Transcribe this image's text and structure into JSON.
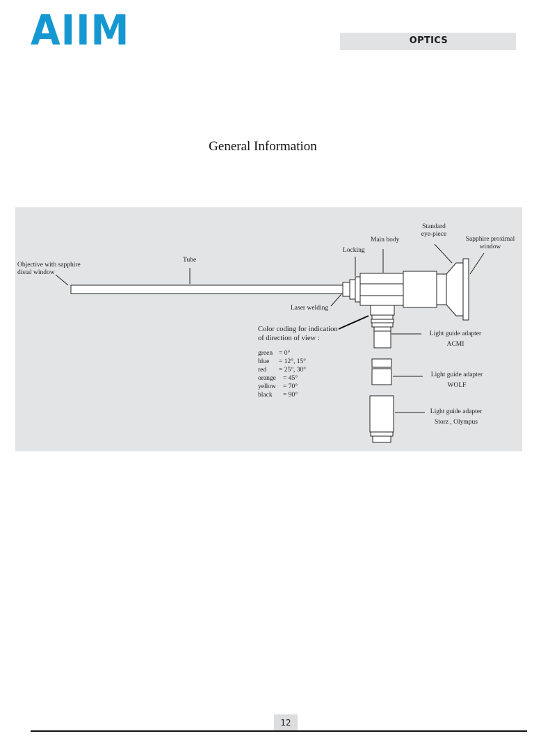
{
  "header": {
    "logo_text": "AIIM",
    "section": "OPTICS",
    "brand_color": "#1598d1"
  },
  "page": {
    "title": "General Information",
    "number": "12"
  },
  "figure": {
    "labels": {
      "objective": [
        "Objective with sapphire",
        "distal window"
      ],
      "tube": "Tube",
      "locking": "Locking",
      "main_body": "Main body",
      "eyepiece": [
        "Standard",
        "eye-piece"
      ],
      "proximal": [
        "Sapphire proximal",
        "window"
      ],
      "laser": "Laser welding"
    },
    "color_coding": {
      "heading": [
        "Color coding for indication",
        "of direction of view :"
      ],
      "items": [
        {
          "name": "green",
          "value": "= 0°"
        },
        {
          "name": "blue",
          "value": "= 12°,  15°"
        },
        {
          "name": "red",
          "value": "= 25°,  30°"
        },
        {
          "name": "orange",
          "value": "= 45°"
        },
        {
          "name": "yellow",
          "value": "= 70°"
        },
        {
          "name": "black",
          "value": "= 90°"
        }
      ]
    },
    "adapters": [
      {
        "title": "Light guide adapter",
        "brand": "ACMI"
      },
      {
        "title": "Light guide adapter",
        "brand": "WOLF"
      },
      {
        "title": "Light guide adapter",
        "brand": "Storz , Olympus"
      }
    ]
  }
}
